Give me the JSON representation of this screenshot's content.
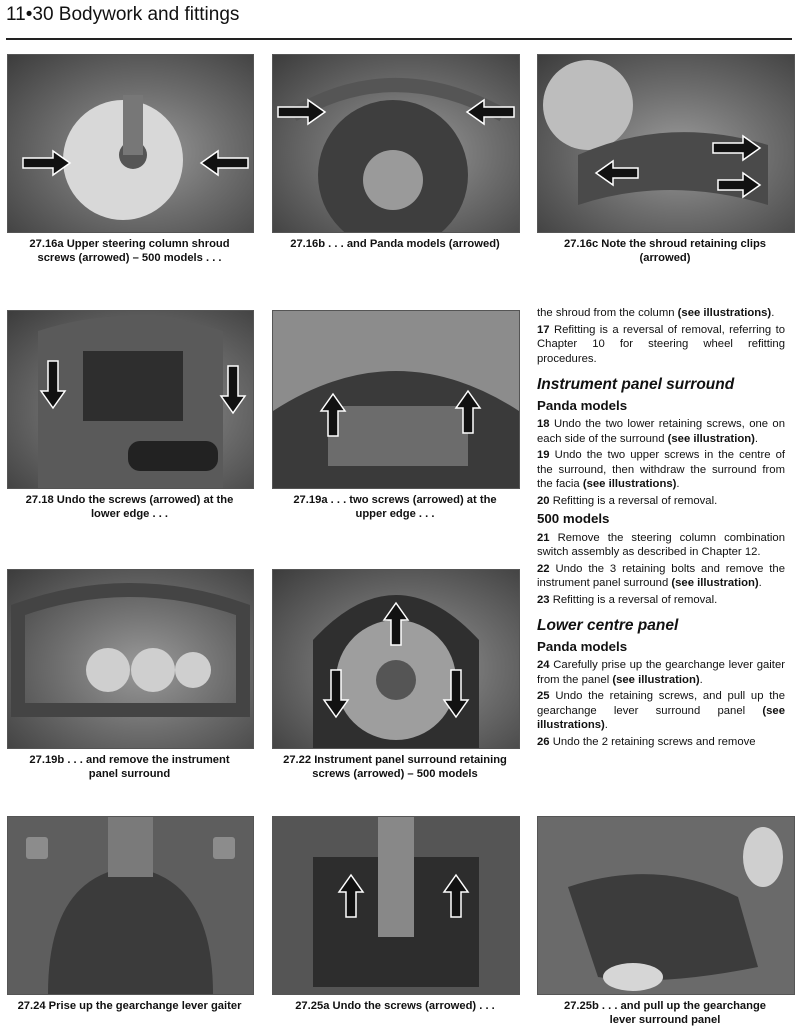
{
  "header": {
    "title": "11•30  Bodywork and fittings"
  },
  "figures": [
    {
      "id": "fig-2716a",
      "caption_line1": "27.16a  Upper steering column shroud",
      "caption_line2": "screws (arrowed) – 500 models . . ."
    },
    {
      "id": "fig-2716b",
      "caption_line1": "27.16b  . . . and Panda models (arrowed)",
      "caption_line2": ""
    },
    {
      "id": "fig-2716c",
      "caption_line1": "27.16c  Note the shroud retaining clips",
      "caption_line2": "(arrowed)"
    },
    {
      "id": "fig-2718",
      "caption_line1": "27.18  Undo the screws (arrowed) at the",
      "caption_line2": "lower edge . . ."
    },
    {
      "id": "fig-2719a",
      "caption_line1": "27.19a  . . . two screws (arrowed) at the",
      "caption_line2": "upper edge . . ."
    },
    {
      "id": "fig-2719b",
      "caption_line1": "27.19b  . . . and remove the instrument",
      "caption_line2": "panel surround"
    },
    {
      "id": "fig-2722",
      "caption_line1": "27.22  Instrument panel surround retaining",
      "caption_line2": "screws (arrowed) – 500 models"
    },
    {
      "id": "fig-2724",
      "caption_line1": "27.24  Prise up the gearchange lever gaiter",
      "caption_line2": ""
    },
    {
      "id": "fig-2725a",
      "caption_line1": "27.25a  Undo the screws (arrowed) . . .",
      "caption_line2": ""
    },
    {
      "id": "fig-2725b",
      "caption_line1": "27.25b  . . . and pull up the gearchange",
      "caption_line2": "lever surround panel"
    }
  ],
  "text": {
    "p_cont": "the shroud from the column",
    "p_cont_see": "(see illustrations)",
    "p17_num": "17",
    "p17": "Refitting is a reversal of removal, referring to Chapter 10 for steering wheel refitting procedures.",
    "h_instrument": "Instrument panel surround",
    "h_panda1": "Panda models",
    "p18_num": "18",
    "p18": "Undo the two lower retaining screws, one on each side of the surround",
    "p18_see": "(see illustration)",
    "p19_num": "19",
    "p19": "Undo the two upper screws in the centre of the surround, then withdraw the surround from the facia",
    "p19_see": "(see illustrations)",
    "p20_num": "20",
    "p20": "Refitting is a reversal of removal.",
    "h_500": "500 models",
    "p21_num": "21",
    "p21": "Remove the steering column combination switch assembly as described in Chapter 12.",
    "p22_num": "22",
    "p22": "Undo the 3 retaining bolts and remove the instrument panel surround",
    "p22_see": "(see illustration)",
    "p23_num": "23",
    "p23": "Refitting is a reversal of removal.",
    "h_lower": "Lower centre panel",
    "h_panda2": "Panda models",
    "p24_num": "24",
    "p24": "Carefully prise up the gearchange lever gaiter from the panel",
    "p24_see": "(see illustration)",
    "p25_num": "25",
    "p25": "Undo the retaining screws, and pull up the gearchange lever surround panel",
    "p25_see": "(see illustrations)",
    "p26_num": "26",
    "p26": "Undo the 2 retaining screws and remove"
  }
}
